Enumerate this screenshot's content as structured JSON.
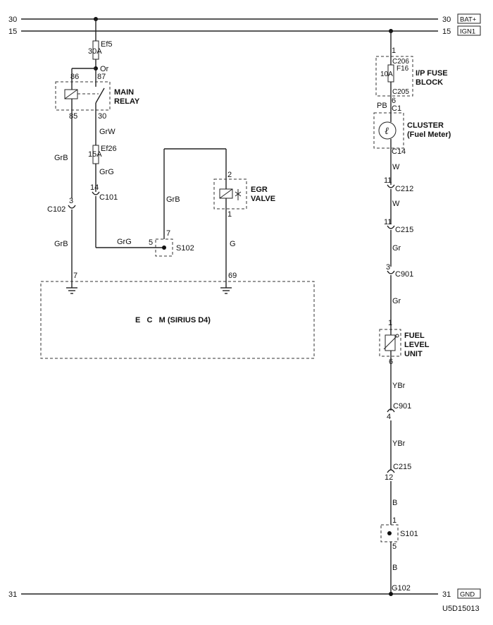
{
  "rails": {
    "bat_left": "30",
    "bat_right": "30",
    "bat_tag": "BAT+",
    "ign_left": "15",
    "ign_right": "15",
    "ign_tag": "IGN1",
    "gnd_left": "31",
    "gnd_right": "31",
    "gnd_tag": "GND"
  },
  "left_circuit": {
    "fuse_ef5_name": "Ef5",
    "fuse_ef5_rating": "30A",
    "wire_or": "Or",
    "relay_pin_86": "86",
    "relay_pin_87": "87",
    "relay_pin_85": "85",
    "relay_pin_30": "30",
    "relay_name_line1": "MAIN",
    "relay_name_line2": "RELAY",
    "wire_grw": "GrW",
    "fuse_ef26_name": "Ef26",
    "fuse_ef26_rating": "15A",
    "wire_grg_1": "GrG",
    "c101_pin": "14",
    "c101_name": "C101",
    "wire_grb_1": "GrB",
    "c102_pin": "3",
    "c102_name": "C102",
    "wire_grb_2": "GrB",
    "ecm_pin_7": "7",
    "wire_grg_2": "GrG",
    "s102_pin_5": "5",
    "s102_pin_7": "7",
    "s102_name": "S102",
    "wire_grb_3": "GrB",
    "egr_pin_2": "2",
    "egr_pin_1": "1",
    "egr_name_line1": "EGR",
    "egr_name_line2": "VALVE",
    "wire_g": "G",
    "ecm_pin_69": "69",
    "ecm_label": "E   C   M (SIRIUS D4)"
  },
  "right_circuit": {
    "fuse_pin_1": "1",
    "c206": "C206",
    "fuse_f16": "F16",
    "fuse_rating": "10A",
    "block_line1": "I/P FUSE",
    "block_line2": "BLOCK",
    "c205": "C205",
    "pin_6": "6",
    "wire_pb": "PB",
    "c1": "C1",
    "cluster_line1": "CLUSTER",
    "cluster_line2": "(Fuel Meter)",
    "c14": "C14",
    "wire_w_1": "W",
    "c212_pin": "11",
    "c212": "C212",
    "wire_w_2": "W",
    "c215_pin": "11",
    "c215": "C215",
    "wire_gr_1": "Gr",
    "c901_pin": "3",
    "c901": "C901",
    "wire_gr_2": "Gr",
    "fuel_pin_1": "1",
    "fuel_line1": "FUEL",
    "fuel_line2": "LEVEL",
    "fuel_line3": "UNIT",
    "fuel_pin_6": "6",
    "wire_ybr_1": "YBr",
    "c901b": "C901",
    "c901b_pin": "4",
    "wire_ybr_2": "YBr",
    "c215b": "C215",
    "c215b_pin": "12",
    "wire_b_1": "B",
    "s101_pin_1": "1",
    "s101": "S101",
    "s101_pin_5": "5",
    "wire_b_2": "B",
    "g102": "G102"
  },
  "diagram_code": "U5D15013"
}
